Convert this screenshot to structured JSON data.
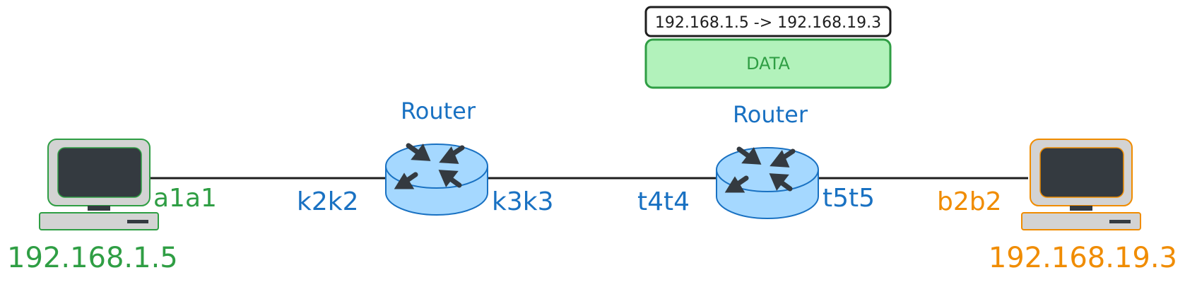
{
  "packet": {
    "header": "192.168.1.5  -> 192.168.19.3",
    "payload": "DATA"
  },
  "hosts": {
    "left": {
      "interface": "a1a1",
      "ip": "192.168.1.5"
    },
    "right": {
      "interface": "b2b2",
      "ip": "192.168.19.3"
    }
  },
  "routers": {
    "r1": {
      "label": "Router",
      "left_interface": "k2k2",
      "right_interface": "k3k3"
    },
    "r2": {
      "label": "Router",
      "left_interface": "t4t4",
      "right_interface": "t5t5"
    }
  },
  "colors": {
    "host_left": "#2f9e44",
    "host_right": "#f08c00",
    "router": "#1971c2",
    "router_fill": "#a5d8ff",
    "payload_fill": "#b2f2bb",
    "link": "#1e1e1e"
  },
  "icons": {
    "host": "desktop-computer-icon",
    "router": "router-icon"
  }
}
